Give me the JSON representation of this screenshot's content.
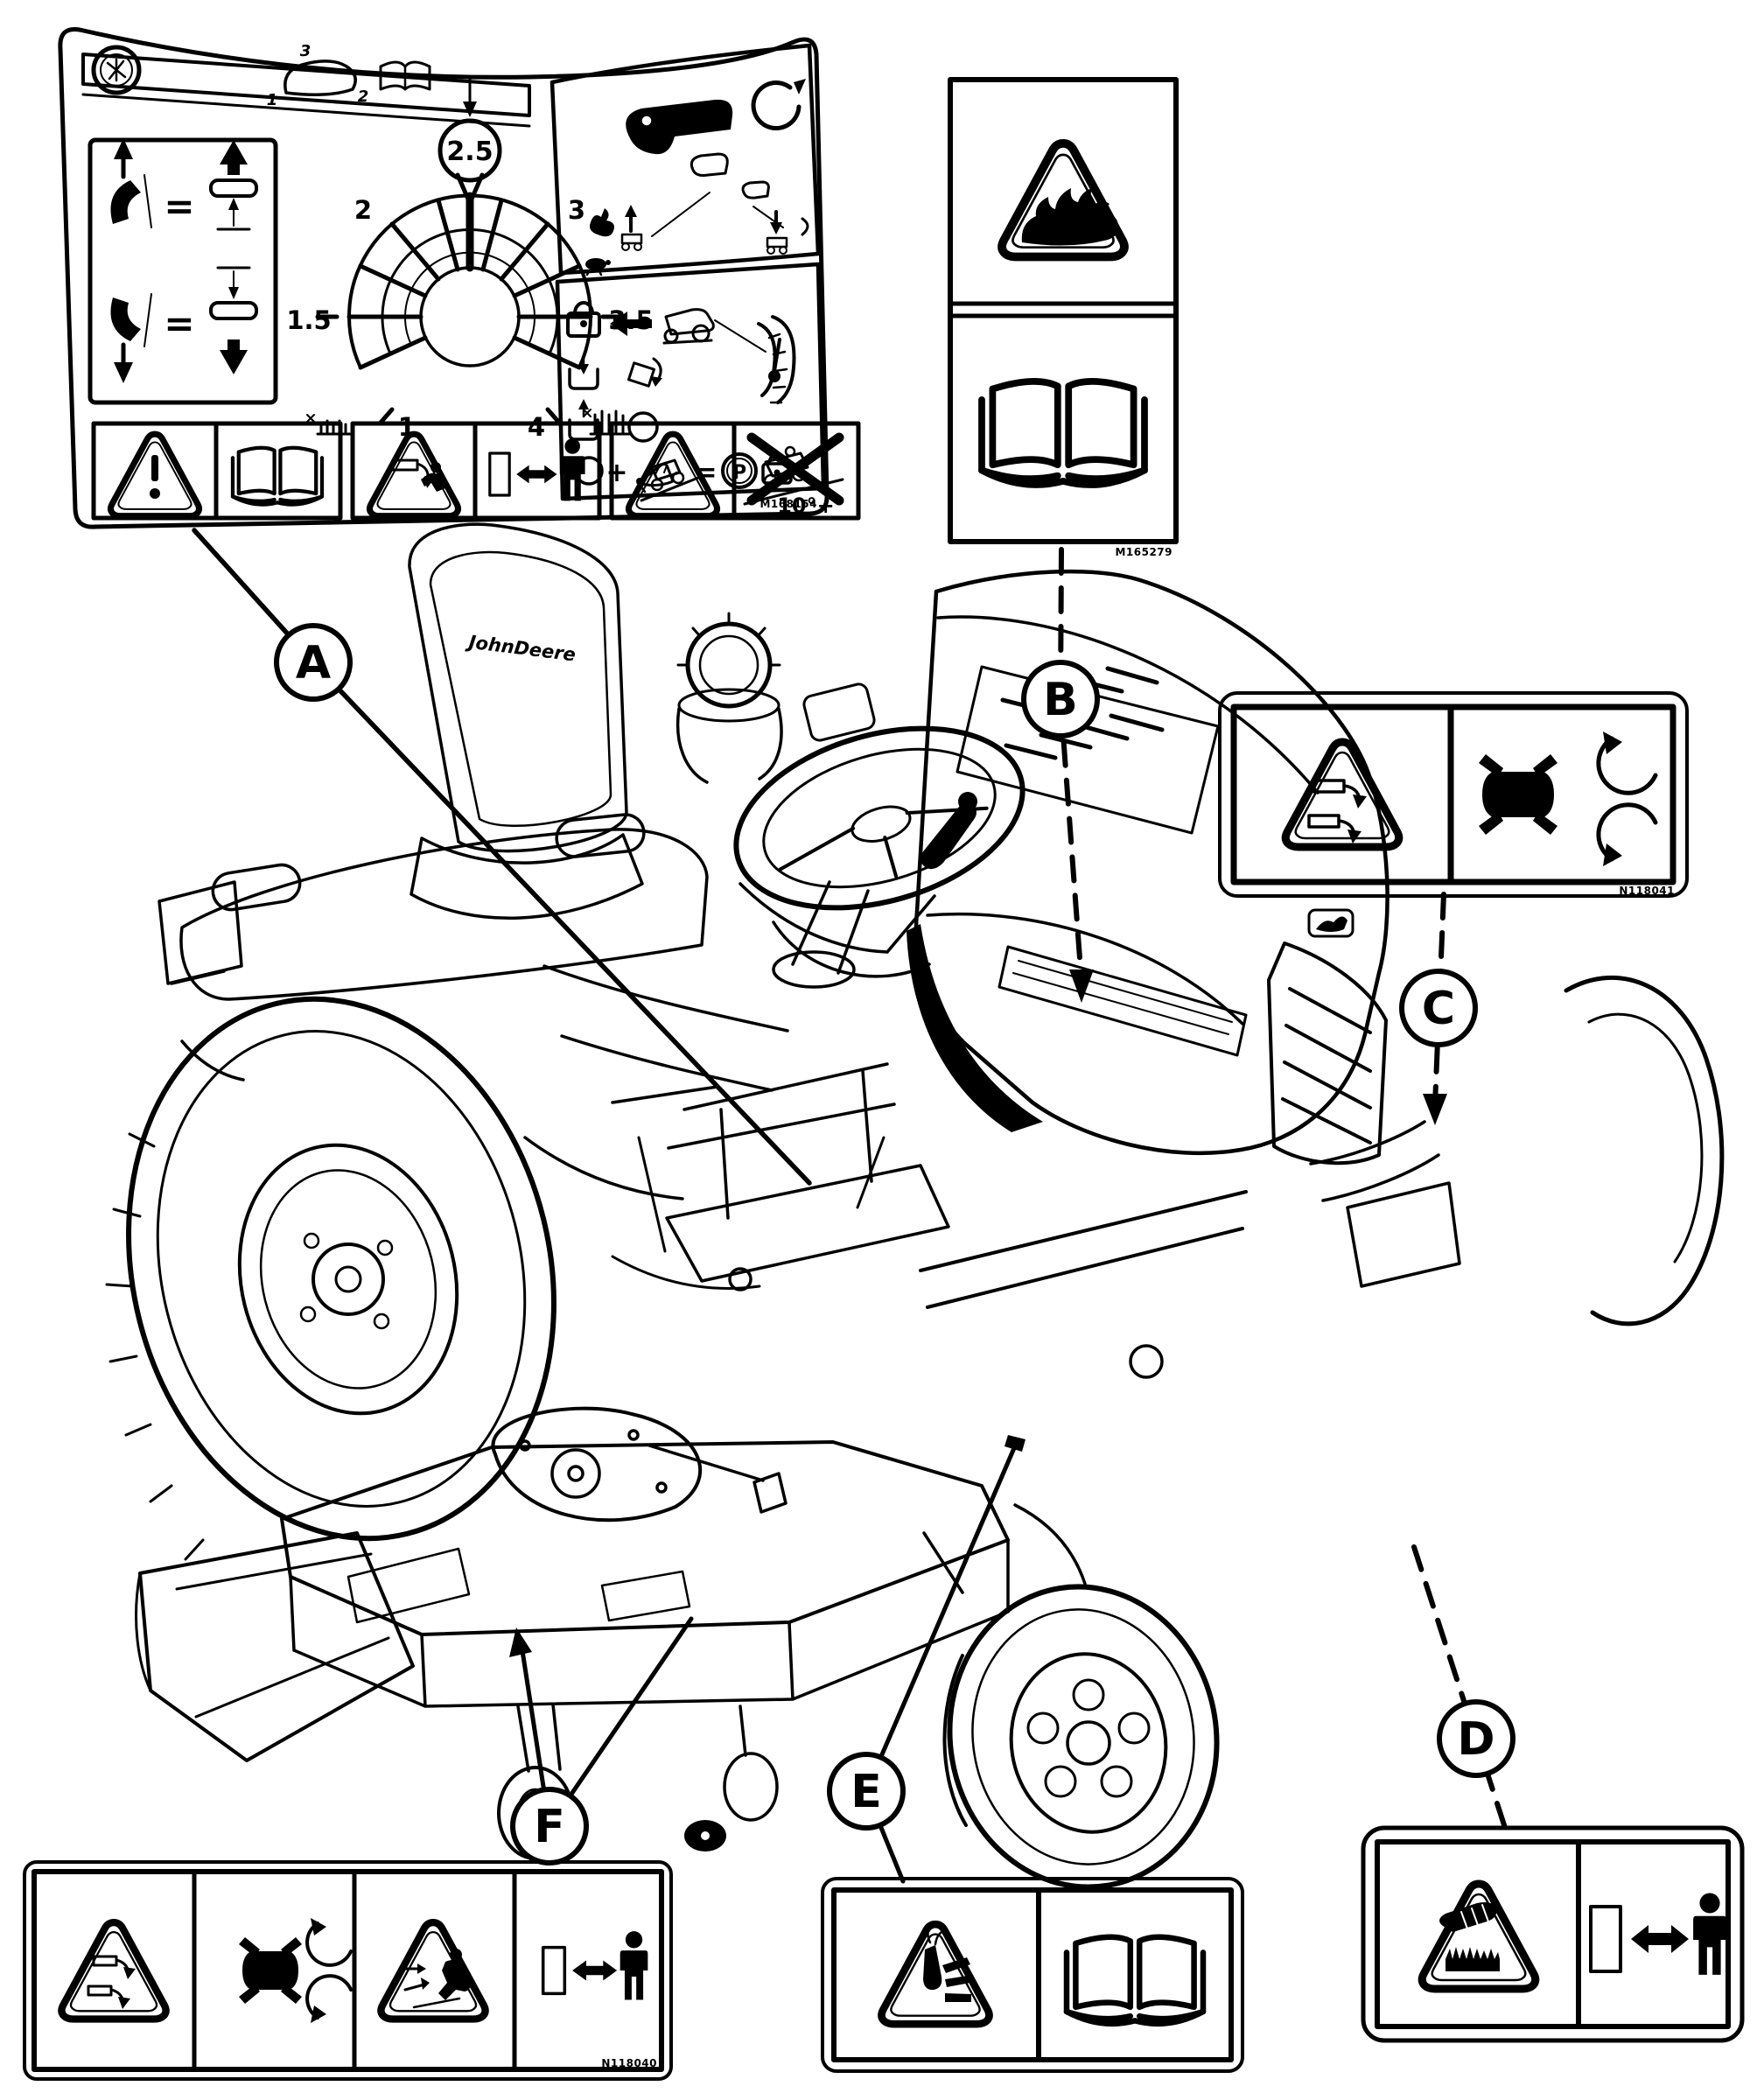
{
  "callouts": {
    "a": "A",
    "b": "B",
    "c": "C",
    "d": "D",
    "e": "E",
    "f": "F"
  },
  "tractor": {
    "seat_logo": "JohnDeere"
  },
  "decal_a": {
    "code": "M168154",
    "hood_positions": {
      "p1": "1",
      "p2": "2",
      "p3": "3"
    },
    "dial": {
      "balloon": "2.5",
      "v1": "1",
      "v15": "1.5",
      "v2": "2",
      "v3": "3",
      "v35": "3.5",
      "v4": "4"
    },
    "raise_equals": "=",
    "lower_equals": "=",
    "parking_formula": {
      "plus": "+",
      "equals": "=",
      "park": "P"
    },
    "slope_limit": "10°+",
    "icons": [
      "mower-brand-logo",
      "hood-open-positions",
      "operator-manual-book",
      "deck-lift-lever-up",
      "deck-raise",
      "deck-lift-lever-down",
      "deck-lower",
      "cutting-height-dial",
      "short-grass",
      "tall-grass",
      "ignition-key",
      "ignition-rotate",
      "throttle-fast-rabbit",
      "throttle-slow-turtle",
      "transmission-up",
      "transmission-down",
      "parking-brake-lock",
      "mow-in-reverse",
      "bucket-lower",
      "seat-tilt",
      "bucket-raise",
      "knob",
      "parking-formula",
      "alert-triangle",
      "read-manual-book",
      "thrown-objects-warning",
      "keep-bystanders-away",
      "rollover-warning",
      "no-riders-slope"
    ]
  },
  "decal_b": {
    "code": "M165279",
    "icons": [
      "fire-hazard-triangle",
      "read-operator-manual-book"
    ]
  },
  "decal_c": {
    "code": "N118041",
    "icons": [
      "thrown-objects-triangle",
      "rotating-blades-deck"
    ]
  },
  "decal_d": {
    "icons": [
      "hot-surface-hand-triangle",
      "keep-bystanders-away"
    ]
  },
  "decal_e": {
    "icons": [
      "cut-hand-triangle",
      "read-operator-manual-book"
    ]
  },
  "strip_f": {
    "code": "N118040",
    "icons": [
      "thrown-objects-triangle",
      "rotating-blades-deck",
      "thrown-object-strike-person-triangle",
      "keep-bystanders-away"
    ]
  }
}
